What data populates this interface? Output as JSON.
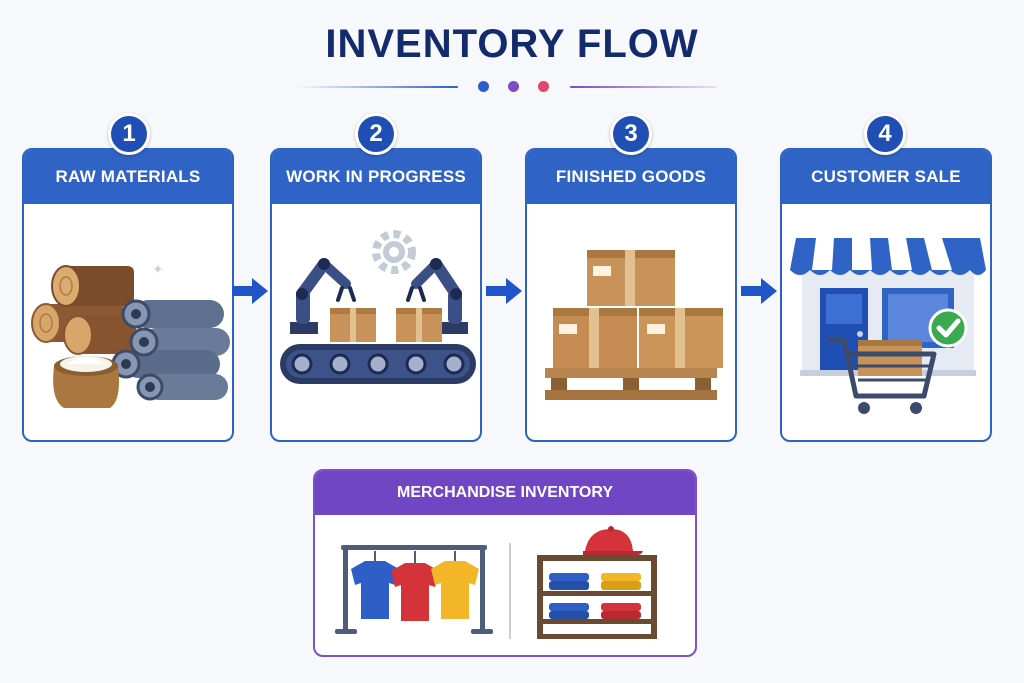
{
  "title": "INVENTORY FLOW",
  "colors": {
    "navy": "#132a6b",
    "blue": "#2f63c6",
    "purple": "#7046c4",
    "dot_blue": "#2a5fc8",
    "dot_purple": "#7a4dc6",
    "dot_pink": "#e0476c"
  },
  "steps": [
    {
      "number": "1",
      "label": "RAW MATERIALS",
      "icons": [
        "log-icon",
        "steel-pipe-icon",
        "flour-sack-icon"
      ]
    },
    {
      "number": "2",
      "label": "WORK IN PROGRESS",
      "icons": [
        "robot-arm-icon",
        "conveyor-belt-icon",
        "gear-icon",
        "box-icon"
      ]
    },
    {
      "number": "3",
      "label": "FINISHED GOODS",
      "icons": [
        "box-stack-icon",
        "pallet-icon"
      ]
    },
    {
      "number": "4",
      "label": "CUSTOMER SALE",
      "icons": [
        "storefront-icon",
        "shopping-cart-icon",
        "check-circle-icon"
      ]
    }
  ],
  "merchandise": {
    "label": "MERCHANDISE INVENTORY",
    "icons": [
      "clothing-rack-icon",
      "shirt-icon",
      "cap-icon",
      "shelf-icon"
    ]
  }
}
